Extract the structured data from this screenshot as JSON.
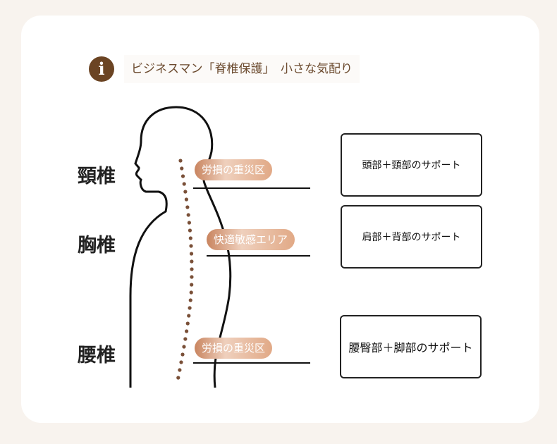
{
  "header": {
    "info_icon": "i",
    "title": "ビジネスマン「脊椎保護」　小さな気配り"
  },
  "regions": [
    {
      "name": "頸椎",
      "tag": "労損の重災区",
      "support": "頭部＋頸部のサポート"
    },
    {
      "name": "胸椎",
      "tag": "快適敏感エリア",
      "support": "肩部＋背部のサポート"
    },
    {
      "name": "腰椎",
      "tag": "労損の重災区",
      "support": "腰臀部＋脚部のサポート"
    }
  ],
  "colors": {
    "accent": "#6b4423",
    "pill": "#d59a78"
  }
}
